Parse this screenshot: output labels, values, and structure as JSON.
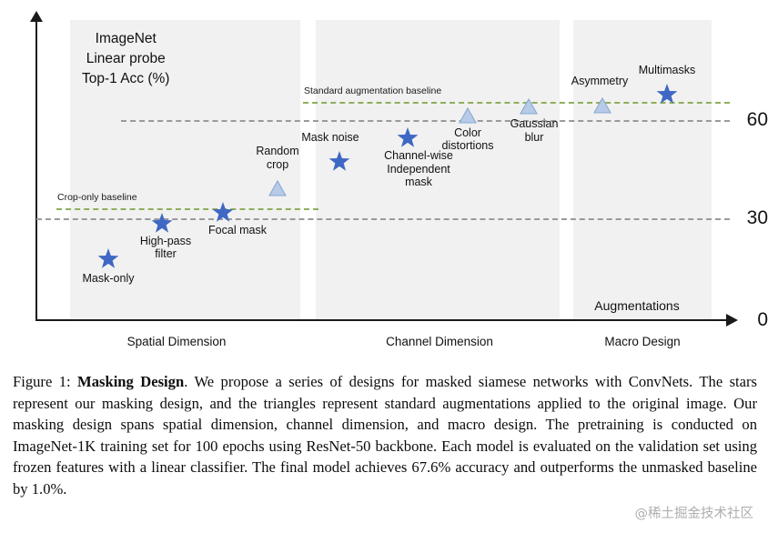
{
  "chart_data": {
    "type": "scatter",
    "title": "ImageNet\nLinear probe\nTop-1 Acc (%)",
    "xlabel": "Augmentations",
    "ylabel": "ImageNet Linear probe Top-1 Acc (%)",
    "ylim": [
      0,
      72
    ],
    "yticks": [
      0,
      30,
      60
    ],
    "ytick_labels": [
      "0",
      "30",
      "60"
    ],
    "grid": false,
    "legend": "none",
    "categories": [
      "Spatial Dimension",
      "Channel Dimension",
      "Macro Design"
    ],
    "series": [
      {
        "name": "Masking design (stars)",
        "marker": "star",
        "color": "#3f68c4",
        "points": [
          {
            "label": "Mask-only",
            "group": "Spatial Dimension",
            "x": 119,
            "y": 18.2
          },
          {
            "label": "High-pass\nfilter",
            "group": "Spatial Dimension",
            "x": 178,
            "y": 29.0
          },
          {
            "label": "Focal mask",
            "group": "Spatial Dimension",
            "x": 245,
            "y": 32.2
          },
          {
            "label": "Mask noise",
            "group": "Channel Dimension",
            "x": 373,
            "y": 47.5
          },
          {
            "label": "Channel-wise\nIndependent\nmask",
            "group": "Channel Dimension",
            "x": 448,
            "y": 54.6
          },
          {
            "label": "Multimasks",
            "group": "Macro Design",
            "x": 733,
            "y": 67.6
          }
        ]
      },
      {
        "name": "Standard augmentations (triangles)",
        "marker": "triangle",
        "color": "#b7cbe8",
        "points": [
          {
            "label": "Random\ncrop",
            "group": "Spatial Dimension",
            "x": 305,
            "y": 39.5
          },
          {
            "label": "Color\ndistortions",
            "group": "Channel Dimension",
            "x": 514,
            "y": 61.5
          },
          {
            "label": "Gaussian\nblur",
            "group": "Channel Dimension",
            "x": 581,
            "y": 64.0
          },
          {
            "label": "Asymmetry",
            "group": "Macro Design",
            "x": 662,
            "y": 64.5
          }
        ]
      }
    ],
    "reference_lines": [
      {
        "name": "crop-only-baseline",
        "label": "Crop-only baseline",
        "value": 33.0,
        "color": "#8fae5d",
        "style": "dashed"
      },
      {
        "name": "standard-augmentation-baseline",
        "label": "Standard augmentation baseline",
        "value": 66.6,
        "color": "#8fae5d",
        "style": "dashed"
      },
      {
        "name": "gridline-30",
        "label": "",
        "value": 30.0,
        "color": "#9a9a9a",
        "style": "dashed"
      },
      {
        "name": "gridline-60",
        "label": "",
        "value": 60.0,
        "color": "#9a9a9a",
        "style": "dashed"
      }
    ]
  },
  "figure": {
    "title_block": "ImageNet\nLinear probe\nTop-1 Acc (%)",
    "x_axis_note": "Augmentations",
    "category_labels": [
      "Spatial Dimension",
      "Channel Dimension",
      "Macro Design"
    ],
    "ytick_0": "0",
    "ytick_30": "30",
    "ytick_60": "60",
    "crop_baseline_label": "Crop-only baseline",
    "std_baseline_label": "Standard augmentation baseline"
  },
  "caption": {
    "prefix": "Figure 1: ",
    "bold_title": "Masking Design",
    "body": ". We propose a series of designs for masked siamese networks with ConvNets. The stars represent our masking design, and the triangles represent standard augmentations applied to the original image. Our masking design spans spatial dimension, channel dimension, and macro design. The pretraining is conducted on ImageNet-1K training set for 100 epochs using ResNet-50 backbone. Each model is evaluated on the validation set using frozen features with a linear classifier. The final model achieves 67.6% accuracy and outperforms the unmasked baseline by 1.0%."
  },
  "watermark": "@稀土掘金技术社区",
  "colors": {
    "star": "#3f68c4",
    "triangle_fill": "#b7cbe8",
    "triangle_stroke": "#8aa8cf",
    "band": "#f1f1f1",
    "axis": "#1a1a1a",
    "grid_dash": "#9a9a9a",
    "baseline_dash": "#8fae5d"
  }
}
